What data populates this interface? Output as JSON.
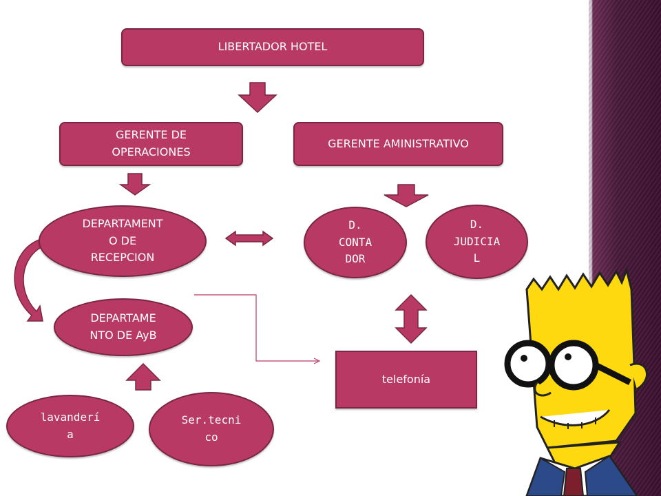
{
  "colors": {
    "node_fill": "#b83a64",
    "node_border": "#7a2545",
    "arrow": "#b83a64",
    "connector": "#b83a64",
    "side_panel": "#4a1a3b"
  },
  "nodes": {
    "top": "LIBERTADOR HOTEL",
    "ops": "GERENTE DE\nOPERACIONES",
    "admin": "GERENTE AMINISTRATIVO",
    "recepcion": "DEPARTAMENT\nO DE\nRECEPCION",
    "ayb": "DEPARTAME\nNTO DE AyB",
    "contador": "D.\nCONTA\nDOR",
    "judicial": "D.\nJUDICIA\nL",
    "telefonia": "telefonía",
    "lavanderia": "lavanderí\na",
    "sertecnico": "Ser.tecni\nco"
  },
  "illustration": "cartoon-character-with-glasses"
}
